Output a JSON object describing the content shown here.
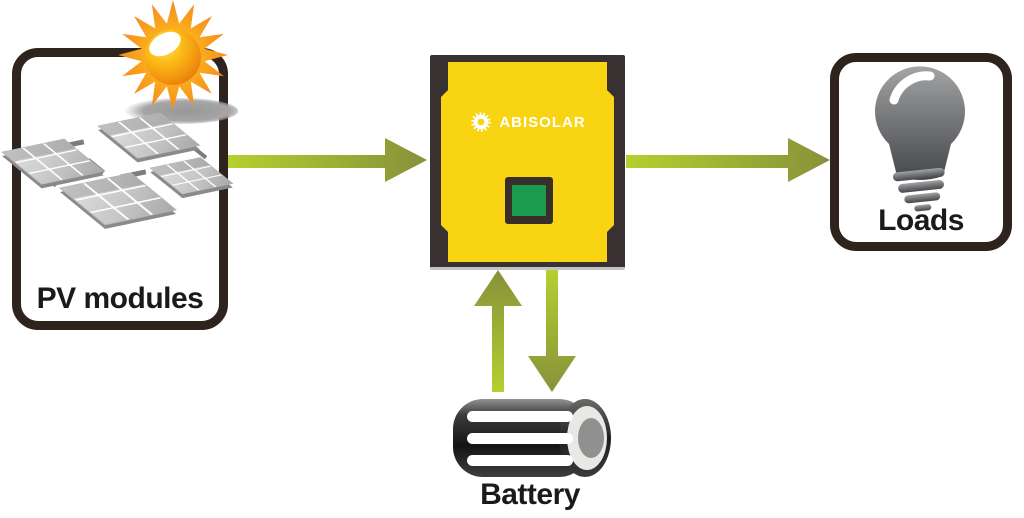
{
  "diagram_type": "solar-energy-system-flow",
  "nodes": {
    "pv_modules": {
      "label": "PV modules",
      "icons": [
        "sun-icon",
        "solar-panels-icon"
      ]
    },
    "inverter": {
      "brand": "ABISOLAR",
      "icons": [
        "gear-logo-icon",
        "lcd-screen"
      ]
    },
    "loads": {
      "label": "Loads",
      "icons": [
        "light-bulb-icon"
      ]
    },
    "battery": {
      "label": "Battery",
      "icons": [
        "battery-icon"
      ]
    }
  },
  "connections": [
    {
      "from": "pv_modules",
      "to": "inverter",
      "style": "arrow-right"
    },
    {
      "from": "inverter",
      "to": "loads",
      "style": "arrow-right"
    },
    {
      "from": "battery",
      "to": "inverter",
      "style": "arrow-up"
    },
    {
      "from": "inverter",
      "to": "battery",
      "style": "arrow-down"
    }
  ],
  "colors": {
    "arrow_light": "#b5d02f",
    "arrow_dark": "#87913a",
    "inverter_yellow": "#f9d413",
    "inverter_trim": "#393031",
    "screen_green": "#1a9b4e",
    "box_border": "#2f231d",
    "sun_orange": "#f7941d",
    "text": "#1a1a1a"
  }
}
